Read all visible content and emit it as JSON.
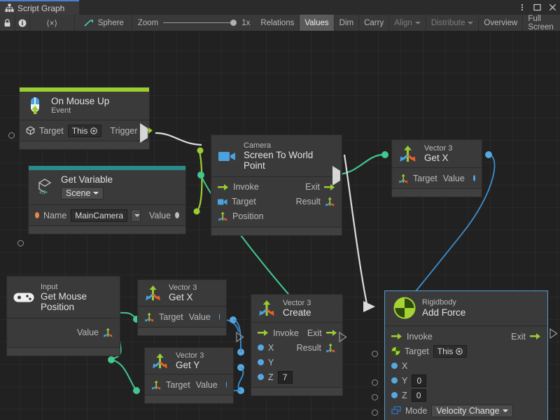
{
  "window": {
    "tab_label": "Script Graph",
    "tab_icon": "script-graph-icon",
    "menu_icon": "kebab-menu-icon",
    "maximize_icon": "maximize-icon",
    "close_icon": "close-icon"
  },
  "toolbar": {
    "lock_icon": "lock-icon",
    "info_icon": "info-icon",
    "code_label": "⟨×⟩",
    "object_name": "Sphere",
    "object_icon": "graph-object-icon",
    "zoom_label": "Zoom",
    "zoom_value": "1x",
    "buttons": [
      {
        "label": "Relations",
        "state": "normal"
      },
      {
        "label": "Values",
        "state": "active"
      },
      {
        "label": "Dim",
        "state": "normal"
      },
      {
        "label": "Carry",
        "state": "normal"
      },
      {
        "label": "Align",
        "state": "dim",
        "dropdown": true
      },
      {
        "label": "Distribute",
        "state": "dim",
        "dropdown": true
      },
      {
        "label": "Overview",
        "state": "normal"
      },
      {
        "label": "Full Screen",
        "state": "normal"
      }
    ]
  },
  "colors": {
    "accent_event": "#9acd32",
    "accent_variable": "#2a8a8c",
    "selection": "#4d9fd4",
    "flow_wire": "#dcdcdc",
    "vector_wire": "#42c78f",
    "float_wire": "#56a8e0",
    "object_wire": "#9acd32",
    "canvas_bg": "#212121"
  },
  "nodes": {
    "on_mouse_up": {
      "subtitle": "On Mouse Up",
      "title": "Event",
      "icon": "mouse-up-event-icon",
      "target_label": "Target",
      "target_value": "This",
      "trigger_label": "Trigger"
    },
    "get_variable": {
      "subtitle": "Get Variable",
      "icon": "unity-variable-icon",
      "scope_value": "Scene",
      "name_label": "Name",
      "name_value": "MainCamera",
      "value_label": "Value"
    },
    "camera_screen_to_world": {
      "subtitle": "Camera",
      "title": "Screen To World Point",
      "icon": "camera-icon",
      "invoke_label": "Invoke",
      "target_label": "Target",
      "position_label": "Position",
      "exit_label": "Exit",
      "result_label": "Result"
    },
    "vector3_getx_top": {
      "subtitle": "Vector 3",
      "title": "Get X",
      "icon": "vector3-icon",
      "target_label": "Target",
      "value_label": "Value"
    },
    "input_mouse_position": {
      "subtitle": "Input",
      "title": "Get Mouse Position",
      "icon": "gamepad-icon",
      "value_label": "Value"
    },
    "vector3_getx_mid": {
      "subtitle": "Vector 3",
      "title": "Get X",
      "icon": "vector3-icon",
      "target_label": "Target",
      "value_label": "Value"
    },
    "vector3_gety_mid": {
      "subtitle": "Vector 3",
      "title": "Get Y",
      "icon": "vector3-icon",
      "target_label": "Target",
      "value_label": "Value"
    },
    "vector3_create": {
      "subtitle": "Vector 3",
      "title": "Create",
      "icon": "vector3-icon",
      "invoke_label": "Invoke",
      "x_label": "X",
      "y_label": "Y",
      "z_label": "Z",
      "z_value": "7",
      "exit_label": "Exit",
      "result_label": "Result"
    },
    "rigidbody_add_force": {
      "subtitle": "Rigidbody",
      "title": "Add Force",
      "icon": "rigidbody-icon",
      "selected": true,
      "invoke_label": "Invoke",
      "target_label": "Target",
      "target_value": "This",
      "x_label": "X",
      "y_label": "Y",
      "y_value": "0",
      "z_label": "Z",
      "z_value": "0",
      "mode_label": "Mode",
      "mode_value": "Velocity Change",
      "mode_icon": "enum-icon",
      "exit_label": "Exit"
    }
  }
}
